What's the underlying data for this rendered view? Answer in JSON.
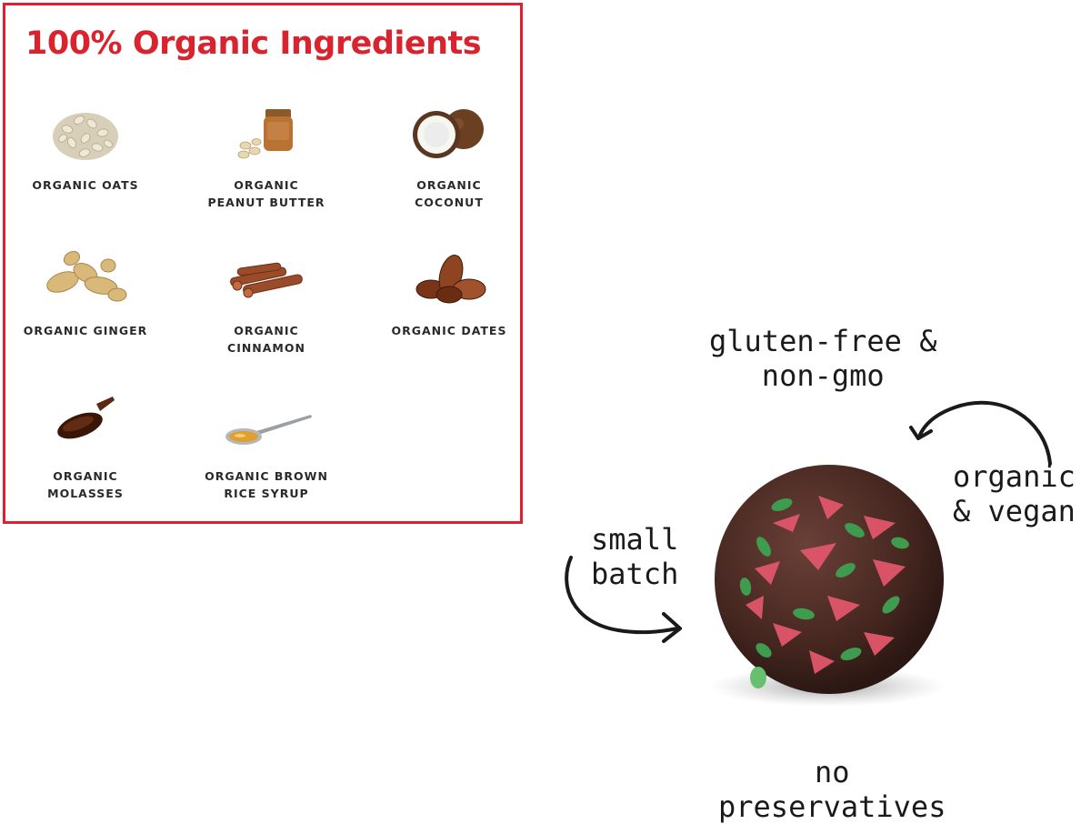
{
  "panel": {
    "title": "100% Organic Ingredients",
    "border_color": "#e0202f",
    "title_color": "#d9232f",
    "ingredients": [
      {
        "icon": "oats-icon",
        "lines": [
          "ORGANIC OATS"
        ]
      },
      {
        "icon": "peanut-butter-icon",
        "lines": [
          "ORGANIC",
          "PEANUT BUTTER"
        ]
      },
      {
        "icon": "coconut-icon",
        "lines": [
          "ORGANIC",
          "COCONUT"
        ]
      },
      {
        "icon": "ginger-icon",
        "lines": [
          "ORGANIC GINGER"
        ]
      },
      {
        "icon": "cinnamon-icon",
        "lines": [
          "ORGANIC",
          "CINNAMON"
        ]
      },
      {
        "icon": "dates-icon",
        "lines": [
          "ORGANIC DATES"
        ]
      },
      {
        "icon": "molasses-icon",
        "lines": [
          "ORGANIC",
          "MOLASSES"
        ]
      },
      {
        "icon": "rice-syrup-spoon-icon",
        "lines": [
          "ORGANIC BROWN",
          "RICE SYRUP"
        ]
      }
    ]
  },
  "callouts": {
    "gluten_free": [
      "gluten-free &",
      "non-gmo"
    ],
    "organic_vegan": [
      "organic",
      "& vegan"
    ],
    "small_batch": [
      "small",
      "batch"
    ],
    "no_preservatives": [
      "no",
      "preservatives"
    ]
  },
  "product": {
    "icon": "energy-ball-icon",
    "colors": {
      "base": "#4a2a24",
      "red": "#e0566a",
      "green": "#3f9c4f"
    }
  }
}
